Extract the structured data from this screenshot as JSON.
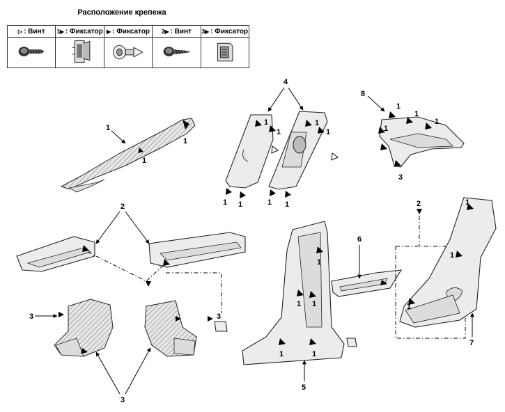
{
  "title": "Расположение крепежа",
  "legend": [
    {
      "symbol": "▷",
      "num": "",
      "label": ": Винт",
      "icon": "screw-icon"
    },
    {
      "symbol": "▶",
      "num": "1",
      "label": ": Фиксатор",
      "icon": "retainer-clip-icon"
    },
    {
      "symbol": "▶",
      "num": "",
      "label": ": Фиксатор",
      "icon": "push-clip-icon"
    },
    {
      "symbol": "▶",
      "num": "2",
      "label": ": Винт",
      "icon": "screw-icon"
    },
    {
      "symbol": "▶",
      "num": "3",
      "label": ": Фиксатор",
      "icon": "square-clip-icon"
    }
  ],
  "callouts": {
    "n1": "1",
    "n2": "2",
    "n3": "3",
    "n4": "4",
    "n5": "5",
    "n6": "6",
    "n7": "7",
    "n8": "8"
  }
}
